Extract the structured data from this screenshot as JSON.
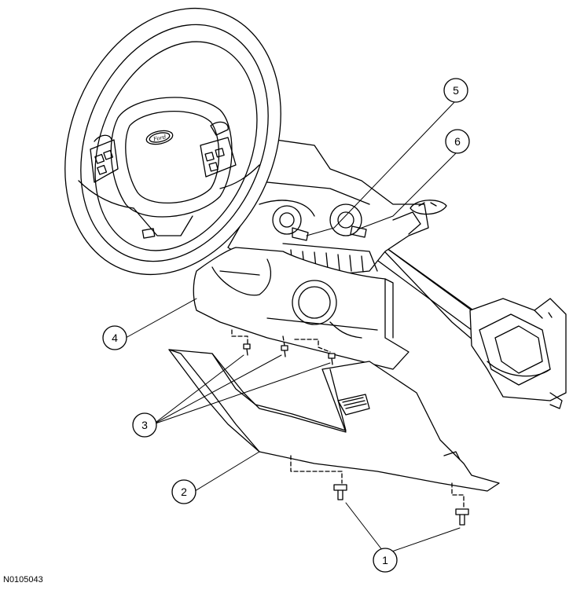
{
  "figure": {
    "id_label": "N0105043",
    "emblem_text": "Ford"
  },
  "callouts": [
    {
      "number": "1",
      "part": "lower-fasteners"
    },
    {
      "number": "2",
      "part": "lower-trim-panel"
    },
    {
      "number": "3",
      "part": "upper-screws"
    },
    {
      "number": "4",
      "part": "lower-steering-column-shroud"
    },
    {
      "number": "5",
      "part": "clip-left"
    },
    {
      "number": "6",
      "part": "clip-right"
    }
  ],
  "colors": {
    "line": "#000000",
    "background": "#ffffff",
    "shade": "#e6e6e6"
  }
}
